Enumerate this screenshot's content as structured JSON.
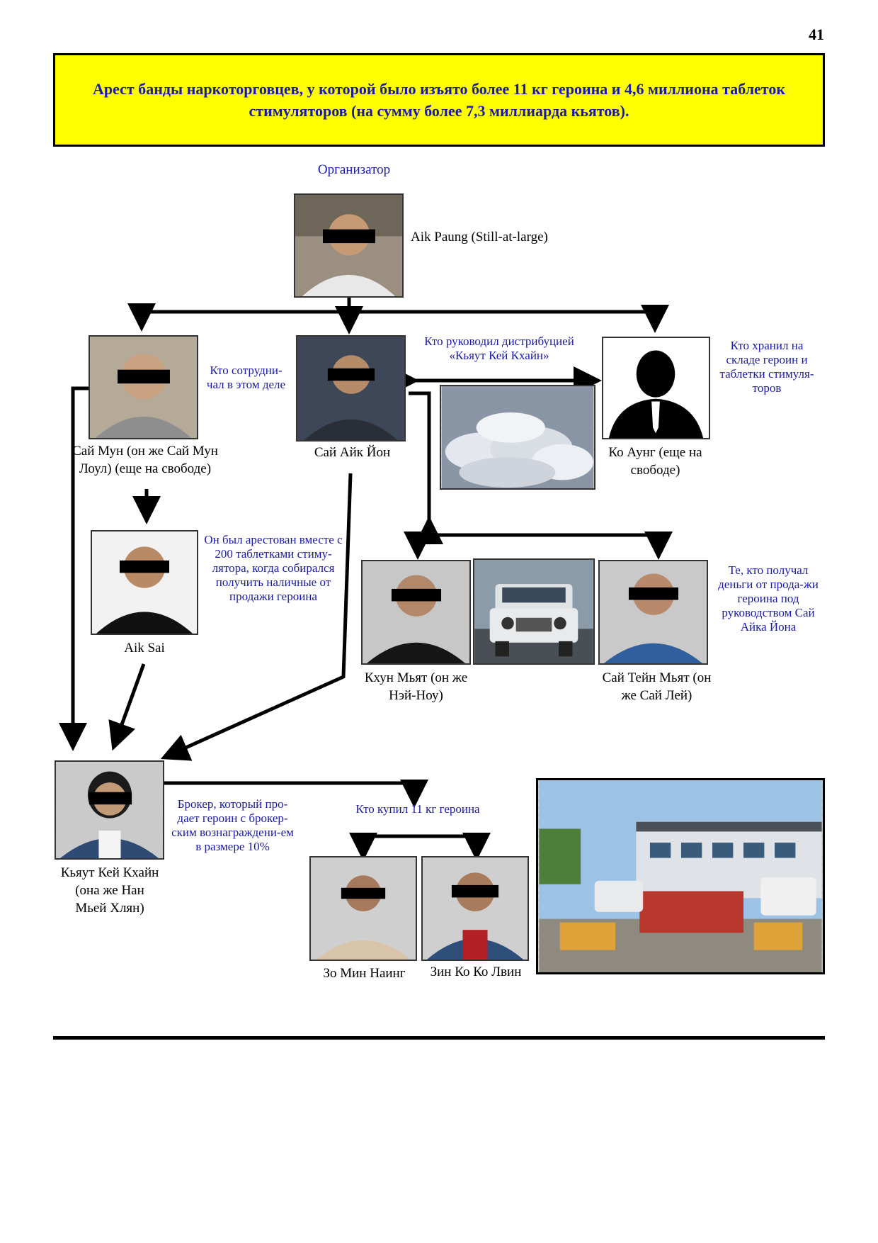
{
  "page_number": "41",
  "title": "Арест банды наркоторговцев, у которой было изъято более 11 кг героина и 4,6 миллиона таблеток стимуляторов (на сумму более 7,3 миллиарда кьятов).",
  "organizer_label": "Организатор",
  "people": {
    "aik_paung": "Aik Paung (Still-at-large)",
    "sai_mun": "Сай Мун (он же Сай Мун Лоул) (еще на свободе)",
    "sai_aik_yon": "Сай Айк Йон",
    "ko_aung": "Ко Аунг (еще на свободе)",
    "aik_sai": "Aik Sai",
    "khun_myat": "Кхун Мьят (он же Нэй-Ноу)",
    "sai_tein_myat": "Сай Тейн Мьят (он же Сай Лей)",
    "kyaut_kei": "Кьяут Кей Кхайн (она же Нан Мьей Хлян)",
    "zo_min": "Зо Мин Наинг",
    "zin_ko": "Зин Ко Ко Лвин"
  },
  "notes": {
    "cooperated": "Кто сотрудни-чал в этом деле",
    "distribution": "Кто руководил дистрибуцией «Кьяут Кей Кхайн»",
    "stored": "Кто хранил на складе героин и таблетки стимуля-торов",
    "arrested": "Он был арестован вместе с 200 таблетками стиму-лятора, когда собирался получить наличные от продажи героина",
    "money": "Те, кто получал деньги от прода-жи героина под руководством Сай Айка Йона",
    "broker": "Брокер, который про-дает героин с брокер-ским вознаграждени-ем в размере 10%",
    "bought": "Кто купил 11 кг героина"
  },
  "colors": {
    "banner_bg": "#ffff00",
    "accent_text": "#1a1aa8"
  },
  "icons": {
    "silhouette": "person-silhouette-icon"
  }
}
